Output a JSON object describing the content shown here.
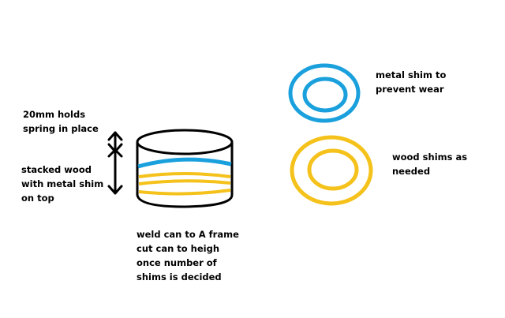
{
  "colors": {
    "metal": "#1aa0dc",
    "wood": "#f5c21b",
    "ink": "#000000",
    "background": "#ffffff"
  },
  "labels": {
    "holds": [
      "20mm holds",
      "spring in place"
    ],
    "stacked": [
      "stacked wood",
      "with metal shim",
      "on top"
    ],
    "weld": [
      "weld can to A frame",
      "cut can to heigh",
      "once number of",
      "shims is decided"
    ],
    "metal_shim": [
      "metal shim to",
      "prevent wear"
    ],
    "wood_shims": [
      "wood shims as",
      "needed"
    ]
  }
}
